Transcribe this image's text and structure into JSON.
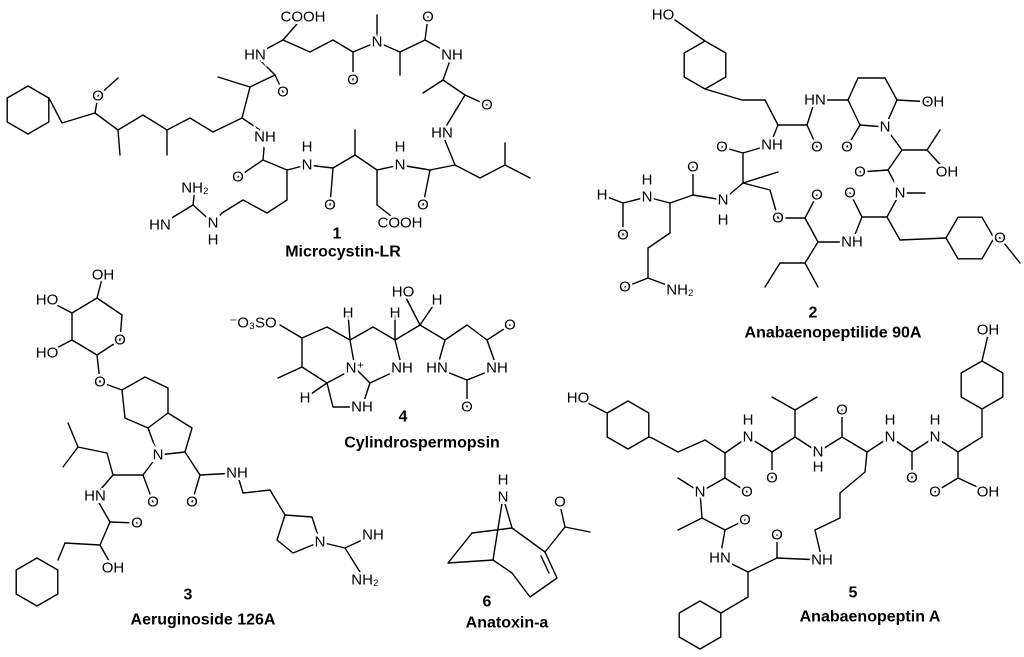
{
  "figure": {
    "compounds": [
      {
        "number": "1",
        "name": "Microcystin-LR",
        "atoms": [
          "COOH",
          "O",
          "N",
          "HN",
          "NH",
          "O",
          "O",
          "O",
          "O",
          "NH",
          "HN",
          "H",
          "N",
          "H",
          "N",
          "O",
          "O",
          "O",
          "NH₂",
          "HN",
          "N",
          "H",
          "COOH"
        ]
      },
      {
        "number": "2",
        "name": "Anabaenopeptilide 90A",
        "atoms": [
          "HO",
          "HN",
          "OH",
          "N",
          "O",
          "O",
          "NH",
          "O",
          "O",
          "O",
          "OH",
          "H",
          "N",
          "H",
          "N",
          "H",
          "O",
          "O",
          "O",
          "N",
          "NH",
          "O",
          "O",
          "O",
          "NH₂"
        ]
      },
      {
        "number": "3",
        "name": "Aeruginoside 126A",
        "atoms": [
          "OH",
          "HO",
          "O",
          "HO",
          "O",
          "N",
          "NH",
          "HN",
          "O",
          "O",
          "O",
          "NH",
          "N",
          "OH",
          "NH₂"
        ]
      },
      {
        "number": "4",
        "name": "Cylindrospermopsin",
        "atoms": [
          "⁻O₃SO",
          "H",
          "H",
          "HO",
          "H",
          "O",
          "N⁺",
          "NH",
          "HN",
          "NH",
          "H",
          "NH",
          "O"
        ]
      },
      {
        "number": "5",
        "name": "Anabaenopeptin A",
        "atoms": [
          "OH",
          "HO",
          "H",
          "N",
          "O",
          "H",
          "N",
          "H",
          "N",
          "N",
          "H",
          "O",
          "O",
          "O",
          "N",
          "O",
          "OH",
          "O",
          "O",
          "HN",
          "NH"
        ]
      },
      {
        "number": "6",
        "name": "Anatoxin-a",
        "atoms": [
          "H",
          "N",
          "O"
        ]
      }
    ]
  }
}
